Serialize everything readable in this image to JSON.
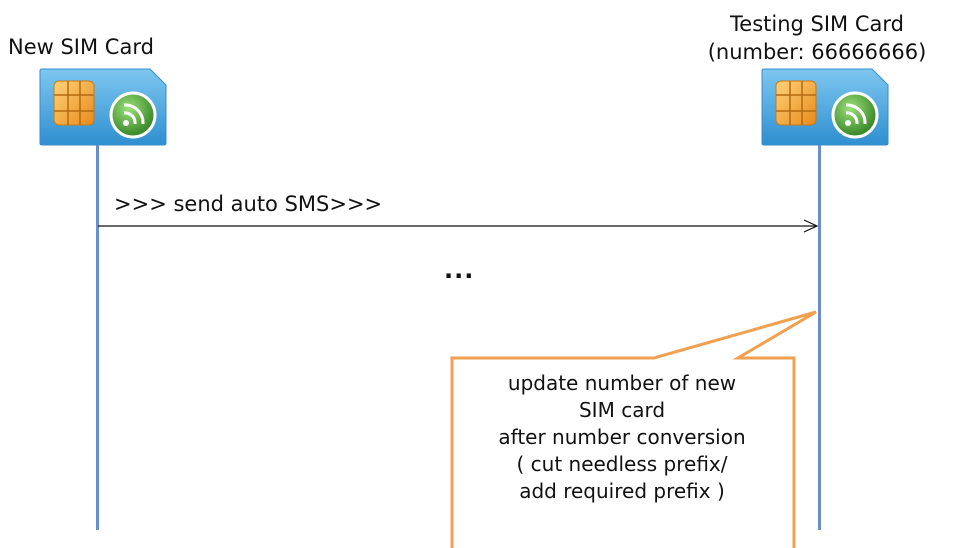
{
  "participants": {
    "left": {
      "title": "New SIM Card",
      "icon": "sim-card-icon"
    },
    "right": {
      "title_line1": "Testing SIM Card",
      "title_line2": "(number: 66666666)",
      "icon": "sim-card-icon"
    }
  },
  "message": {
    "label": ">>> send auto SMS>>>"
  },
  "ellipsis": "...",
  "note": {
    "lines": [
      "update number of new",
      "SIM card",
      "after number conversion",
      "( cut needless prefix/",
      "add required prefix )"
    ]
  },
  "colors": {
    "lifeline": "#6a8fc8",
    "note_border": "#f0a050",
    "sim_blue": "#4aa3dc",
    "chip_gold": "#f2a832",
    "badge_green": "#3a9a2a"
  }
}
